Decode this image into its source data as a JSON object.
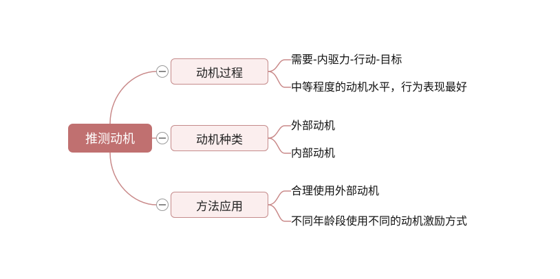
{
  "root": {
    "label": "推测动机"
  },
  "branches": [
    {
      "label": "动机过程",
      "children": [
        "需要-内驱力-行动-目标",
        "中等程度的动机水平，行为表现最好"
      ]
    },
    {
      "label": "动机种类",
      "children": [
        "外部动机",
        "内部动机"
      ]
    },
    {
      "label": "方法应用",
      "children": [
        "合理使用外部动机",
        "不同年龄段使用不同的动机激励方式"
      ]
    }
  ],
  "colors": {
    "root_fill": "#c07070",
    "branch_fill": "#fbeeee",
    "branch_border": "#c48a8a",
    "connector": "#c98989"
  }
}
